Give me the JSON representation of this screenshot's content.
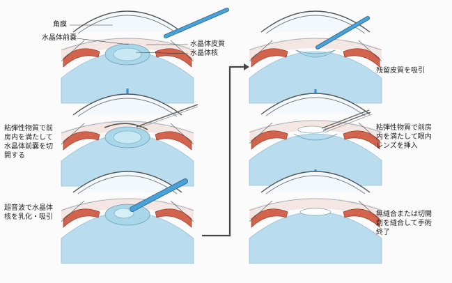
{
  "colors": {
    "cornea_stroke": "#555555",
    "anterior_chamber": "#f2f8fb",
    "iris": "#d2634c",
    "sclera": "#f4e6e2",
    "vitreous": "#b9dcee",
    "lens": "#a9d7ea",
    "instrument": "#4aa3d8",
    "arrow": "#3c8fd0",
    "connector": "#444444"
  },
  "labels": {
    "cornea": "角膜",
    "anterior_capsule": "水晶体前嚢",
    "lens_cortex": "水晶体皮質",
    "lens_nucleus": "水晶体核"
  },
  "steps": [
    {
      "id": "capsulotomy",
      "text": "粘弾性物質で前\n房内を満たして\n水晶体前嚢を切\n開する"
    },
    {
      "id": "phaco",
      "text": "超音波で水晶体\n核を乳化・吸引"
    },
    {
      "id": "cortex",
      "text": "残留皮質を吸引"
    },
    {
      "id": "iol",
      "text": "粘弾性物質で前房\n内を満たして眼内\nレンズを挿入"
    },
    {
      "id": "closure",
      "text": "無縫合または切開\n創を縫合して手術\n終了"
    }
  ],
  "icons": {
    "flow_arrow": "down-arrow-icon",
    "connector": "right-angle-connector"
  }
}
